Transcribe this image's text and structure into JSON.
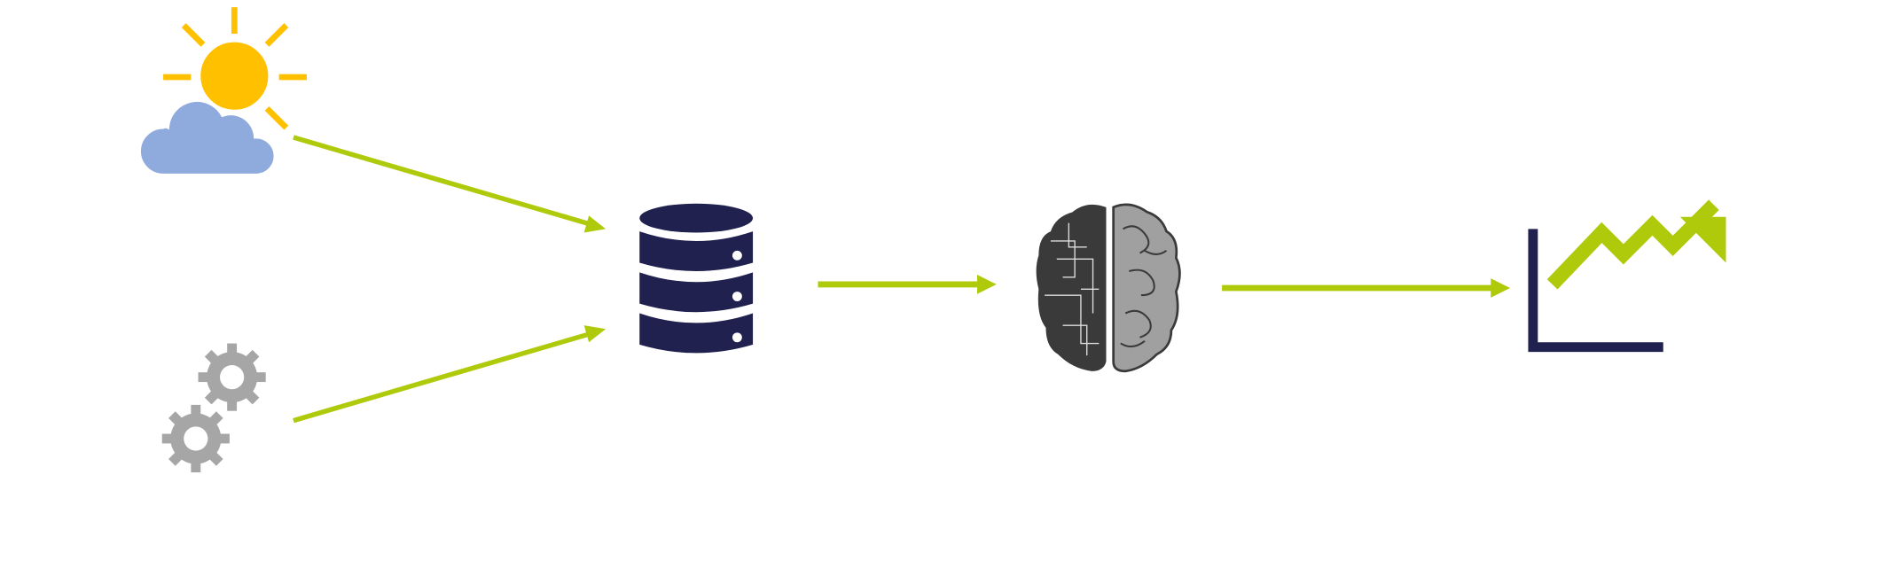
{
  "diagram": {
    "nodes": [
      {
        "id": "weather",
        "icon": "sun-cloud-icon"
      },
      {
        "id": "machines",
        "icon": "gears-icon"
      },
      {
        "id": "database",
        "icon": "database-icon"
      },
      {
        "id": "ai",
        "icon": "ai-brain-icon"
      },
      {
        "id": "forecast",
        "icon": "growth-chart-icon"
      }
    ],
    "edges": [
      {
        "from": "weather",
        "to": "database"
      },
      {
        "from": "machines",
        "to": "database"
      },
      {
        "from": "database",
        "to": "ai"
      },
      {
        "from": "ai",
        "to": "forecast"
      }
    ]
  },
  "colors": {
    "arrow": "#AFCA0B",
    "sun": "#FFC000",
    "cloud": "#8FAADC",
    "gear": "#A6A6A6",
    "navy": "#20214F",
    "brain_dark": "#3A3A3A",
    "brain_light": "#A0A0A0"
  }
}
